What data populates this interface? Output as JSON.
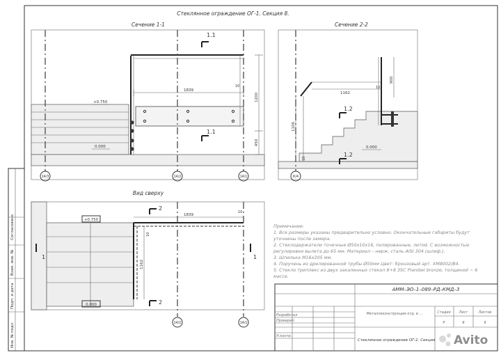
{
  "sheet_title": "Стеклянное ограждение ОГ-1. Секция 8.",
  "views": {
    "section1": {
      "title": "Сечение 1-1",
      "cut_marker": "1.1",
      "level_upper": "+0.750",
      "level_lower": "0.000",
      "dim_length": "1839",
      "dim_offset": "10",
      "dim_height_total": "1200",
      "dim_height_lower": "450",
      "axes": [
        "14/3",
        "14/2",
        "14/1"
      ]
    },
    "section2": {
      "title": "Сечение 2-2",
      "cut_marker": "1.2",
      "level_lower": "0.000",
      "dim_length": "1162",
      "dim_offset": "10",
      "dim_height": "900",
      "dim_stair": "1106",
      "dim_small": "10",
      "axis": "К/4"
    },
    "plan": {
      "title": "Вид сверху",
      "cut_marker_2": "2",
      "cut_marker_1": "1",
      "level_upper": "+0.750",
      "level_lower": "0.000",
      "dim_length": "1839",
      "dim_offset": "10",
      "dim_side": "1162",
      "dim_side_offset": "10",
      "axes": [
        "14/2",
        "14/1"
      ]
    }
  },
  "notes": {
    "heading": "Примечание:",
    "lines": [
      "1. Все размеры указаны предварительно условно. Окончательные габариты будут",
      "уточнены после замера.",
      "2. Стеклодержатели точечные Ø50х10х16, полированные, литой. С возможностью",
      "регулировки вылета до 65 мм. Материал – нерж. сталь AISI 304 (шлиф.).",
      "3. Шпилька М16х205 мм.",
      "4. Поручень из дрелированной трубы Ø50мм Цвет: бронзовый арт. ХМ8002/В4.",
      "5. Стекло триплекс из двух закаленных стекол 8+8 ЗSС Planibel bronze, толщиной ~ 6",
      "массе."
    ]
  },
  "title_block": {
    "code": "АММ–ЭО–1–089–РД–КМД–3",
    "project": "Металлоконструкции отд. в ...",
    "stage_header": "Стадия",
    "sheet_header": "Лист",
    "sheets_header": "Листов",
    "stage": "Р",
    "sheet": "8",
    "sheets": "9",
    "drawing_name": "Стеклянное ограждение ОГ-1. Секция",
    "role1": "Разработал",
    "role2": "Проверил",
    "role3": "Н.контр."
  },
  "side_stamp": {
    "c1": "Согласовано",
    "c2": "Взам. инв. №",
    "c3": "Подп. и дата",
    "c4": "Инв. № подл."
  },
  "watermark": "Avito"
}
